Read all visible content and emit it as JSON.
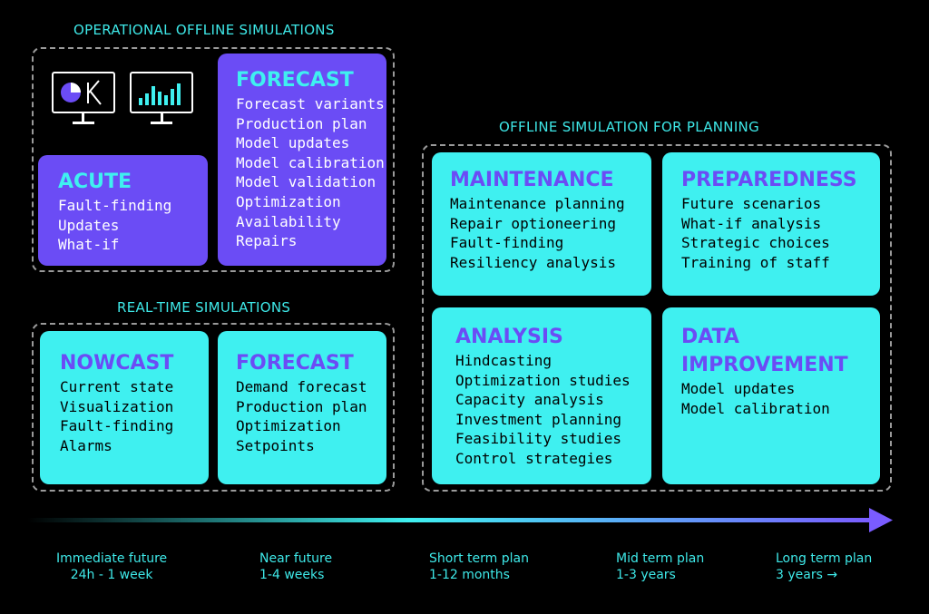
{
  "sections": {
    "operational_offline": "OPERATIONAL OFFLINE SIMULATIONS",
    "real_time": "REAL-TIME SIMULATIONS",
    "planning": "OFFLINE SIMULATION FOR PLANNING"
  },
  "icons": [
    "pie-chart-monitor-icon",
    "bar-chart-monitor-icon"
  ],
  "cards": {
    "acute": {
      "title": "ACUTE",
      "items": [
        "Fault-finding",
        "Updates",
        "What-if"
      ]
    },
    "forecast_offline": {
      "title": "FORECAST",
      "items": [
        "Forecast variants",
        "Production plan",
        "Model updates",
        "Model calibration",
        "Model validation",
        "Optimization",
        "Availability",
        "Repairs"
      ]
    },
    "nowcast": {
      "title": "NOWCAST",
      "items": [
        "Current state",
        "Visualization",
        "Fault-finding",
        "Alarms"
      ]
    },
    "forecast_realtime": {
      "title": "FORECAST",
      "items": [
        "Demand forecast",
        "Production plan",
        "Optimization",
        "Setpoints"
      ]
    },
    "maintenance": {
      "title": "MAINTENANCE",
      "items": [
        "Maintenance planning",
        "Repair optioneering",
        "Fault-finding",
        "Resiliency analysis"
      ]
    },
    "preparedness": {
      "title": "PREPAREDNESS",
      "items": [
        "Future scenarios",
        "What-if analysis",
        "Strategic choices",
        "Training of staff"
      ]
    },
    "analysis": {
      "title": "ANALYSIS",
      "items": [
        "Hindcasting",
        "Optimization studies",
        "Capacity analysis",
        "Investment planning",
        "Feasibility studies",
        "Control strategies"
      ]
    },
    "data_improvement": {
      "title_line1": "DATA",
      "title_line2": "IMPROVEMENT",
      "items": [
        "Model updates",
        "Model calibration"
      ]
    }
  },
  "timeline": [
    {
      "line1": "Immediate future",
      "line2": "24h -  1 week"
    },
    {
      "line1": "Near future",
      "line2": "1-4 weeks"
    },
    {
      "line1": "Short term plan",
      "line2": "1-12 months"
    },
    {
      "line1": "Mid term plan",
      "line2": "1-3 years"
    },
    {
      "line1": "Long term plan",
      "line2": "3 years →"
    }
  ],
  "colors": {
    "background": "#000000",
    "cyan": "#3ff0f0",
    "purple": "#6b4cf5",
    "section_title": "#3ee8e8",
    "dashed_border": "#9a9a9a"
  }
}
